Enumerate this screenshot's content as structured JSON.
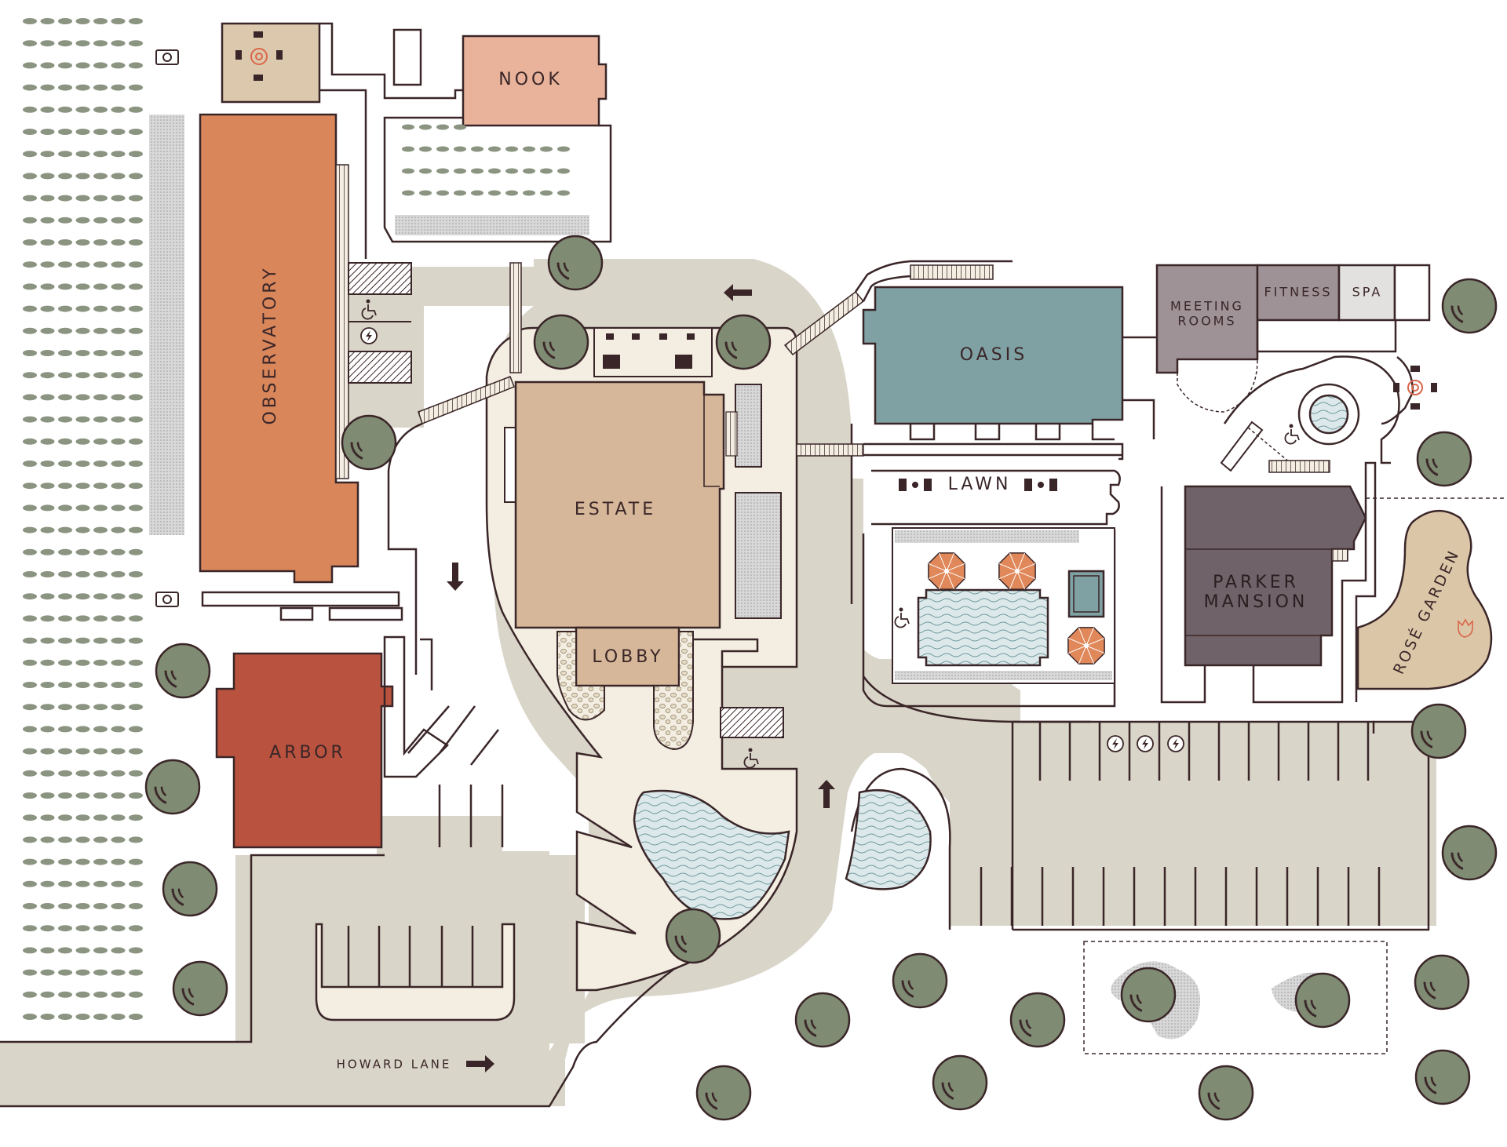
{
  "map": {
    "buildings": {
      "nook": "NOOK",
      "observatory": "OBSERVATORY",
      "arbor": "ARBOR",
      "estate": "ESTATE",
      "lobby": "LOBBY",
      "oasis": "OASIS",
      "meeting_rooms_line1": "MEETING",
      "meeting_rooms_line2": "ROOMS",
      "fitness": "FITNESS",
      "spa": "SPA",
      "parker_line1": "PARKER",
      "parker_line2": "MANSION"
    },
    "areas": {
      "lawn": "LAWN",
      "rose_garden": "ROSÉ GARDEN",
      "street": "HOWARD LANE"
    },
    "icons": [
      "camera-icon",
      "accessible-icon",
      "ev-charging-icon",
      "direction-arrow-icon",
      "tree-icon",
      "umbrella-icon",
      "fire-pit-icon",
      "rose-icon"
    ],
    "colors": {
      "road": "#d9d5c9",
      "walkway": "#f3eee1",
      "outline": "#3a2628",
      "observatory": "#d9865b",
      "nook": "#e8b39a",
      "arbor": "#b9523e",
      "estate": "#d6b799",
      "oasis": "#7fa1a3",
      "meeting_fitness": "#9e9296",
      "parker_mansion": "#6f6268",
      "rose_garden": "#dcc6a8",
      "tree": "#7f8b73",
      "vine": "#8a9480",
      "umbrella": "#e0885a"
    }
  }
}
